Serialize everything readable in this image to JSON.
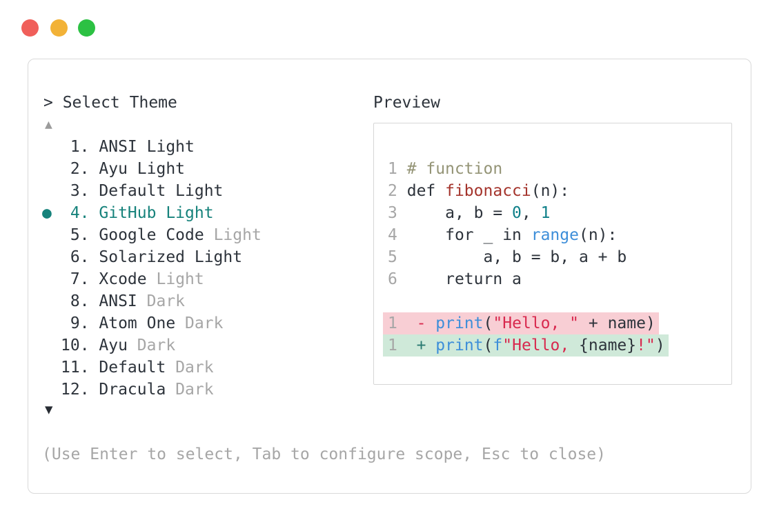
{
  "colors": {
    "traffic_red": "#f05f5a",
    "traffic_yellow": "#f2b237",
    "traffic_green": "#2cc143",
    "text_dark": "#2d333b",
    "text_gray": "#a6a6a6",
    "accent_teal": "#16827b",
    "comment": "#949476",
    "function_name": "#a4342c",
    "number_literal": "#0f8089",
    "builtin": "#3d8ed9",
    "string_literal": "#d8294e",
    "removed_marker": "#d8294e",
    "added_marker": "#2a7a71",
    "diff_removed_bg": "#f8ced4",
    "diff_added_bg": "#cfe9d9"
  },
  "theme_picker": {
    "prompt": "> Select Theme",
    "scroll_up_icon": "▲",
    "scroll_down_icon": "▼",
    "selected_marker": "●",
    "items": [
      {
        "number": "1.",
        "name": "ANSI Light",
        "muted_suffix": "",
        "selected": false
      },
      {
        "number": "2.",
        "name": "Ayu Light",
        "muted_suffix": "",
        "selected": false
      },
      {
        "number": "3.",
        "name": "Default Light",
        "muted_suffix": "",
        "selected": false
      },
      {
        "number": "4.",
        "name": "GitHub Light",
        "muted_suffix": "",
        "selected": true
      },
      {
        "number": "5.",
        "name": "Google Code",
        "muted_suffix": "Light",
        "selected": false
      },
      {
        "number": "6.",
        "name": "Solarized Light",
        "muted_suffix": "",
        "selected": false
      },
      {
        "number": "7.",
        "name": "Xcode",
        "muted_suffix": "Light",
        "selected": false
      },
      {
        "number": "8.",
        "name": "ANSI",
        "muted_suffix": "Dark",
        "selected": false
      },
      {
        "number": "9.",
        "name": "Atom One",
        "muted_suffix": "Dark",
        "selected": false
      },
      {
        "number": "10.",
        "name": "Ayu",
        "muted_suffix": "Dark",
        "selected": false
      },
      {
        "number": "11.",
        "name": "Default",
        "muted_suffix": "Dark",
        "selected": false
      },
      {
        "number": "12.",
        "name": "Dracula",
        "muted_suffix": "Dark",
        "selected": false
      }
    ]
  },
  "preview": {
    "label": "Preview",
    "code_lines": [
      {
        "num": "1",
        "bg": "",
        "tokens": [
          {
            "t": "# function",
            "c": "comment"
          }
        ]
      },
      {
        "num": "2",
        "bg": "",
        "tokens": [
          {
            "t": "def ",
            "c": "text"
          },
          {
            "t": "fibonacci",
            "c": "func"
          },
          {
            "t": "(n):",
            "c": "text"
          }
        ]
      },
      {
        "num": "3",
        "bg": "",
        "tokens": [
          {
            "t": "    a, b = ",
            "c": "text"
          },
          {
            "t": "0",
            "c": "number"
          },
          {
            "t": ", ",
            "c": "text"
          },
          {
            "t": "1",
            "c": "number"
          }
        ]
      },
      {
        "num": "4",
        "bg": "",
        "tokens": [
          {
            "t": "    for _ in ",
            "c": "text"
          },
          {
            "t": "range",
            "c": "builtin"
          },
          {
            "t": "(n):",
            "c": "text"
          }
        ]
      },
      {
        "num": "5",
        "bg": "",
        "tokens": [
          {
            "t": "        a, b = b, a + b",
            "c": "text"
          }
        ]
      },
      {
        "num": "6",
        "bg": "",
        "tokens": [
          {
            "t": "    return a",
            "c": "text"
          }
        ]
      },
      {
        "num": "",
        "bg": "",
        "tokens": []
      },
      {
        "num": "1",
        "bg": "removed",
        "tokens": [
          {
            "t": " ",
            "c": "text"
          },
          {
            "t": "-",
            "c": "removed"
          },
          {
            "t": " ",
            "c": "text"
          },
          {
            "t": "print",
            "c": "builtin"
          },
          {
            "t": "(",
            "c": "text"
          },
          {
            "t": "\"Hello, \"",
            "c": "string"
          },
          {
            "t": " + name)",
            "c": "text"
          }
        ]
      },
      {
        "num": "1",
        "bg": "added",
        "tokens": [
          {
            "t": " ",
            "c": "text"
          },
          {
            "t": "+",
            "c": "added"
          },
          {
            "t": " ",
            "c": "text"
          },
          {
            "t": "print",
            "c": "builtin"
          },
          {
            "t": "(",
            "c": "text"
          },
          {
            "t": "f",
            "c": "builtin"
          },
          {
            "t": "\"Hello, ",
            "c": "string"
          },
          {
            "t": "{name}",
            "c": "text"
          },
          {
            "t": "!\"",
            "c": "string"
          },
          {
            "t": ")",
            "c": "text"
          }
        ]
      }
    ]
  },
  "footer": {
    "hint": "(Use Enter to select, Tab to configure scope, Esc to close)"
  }
}
